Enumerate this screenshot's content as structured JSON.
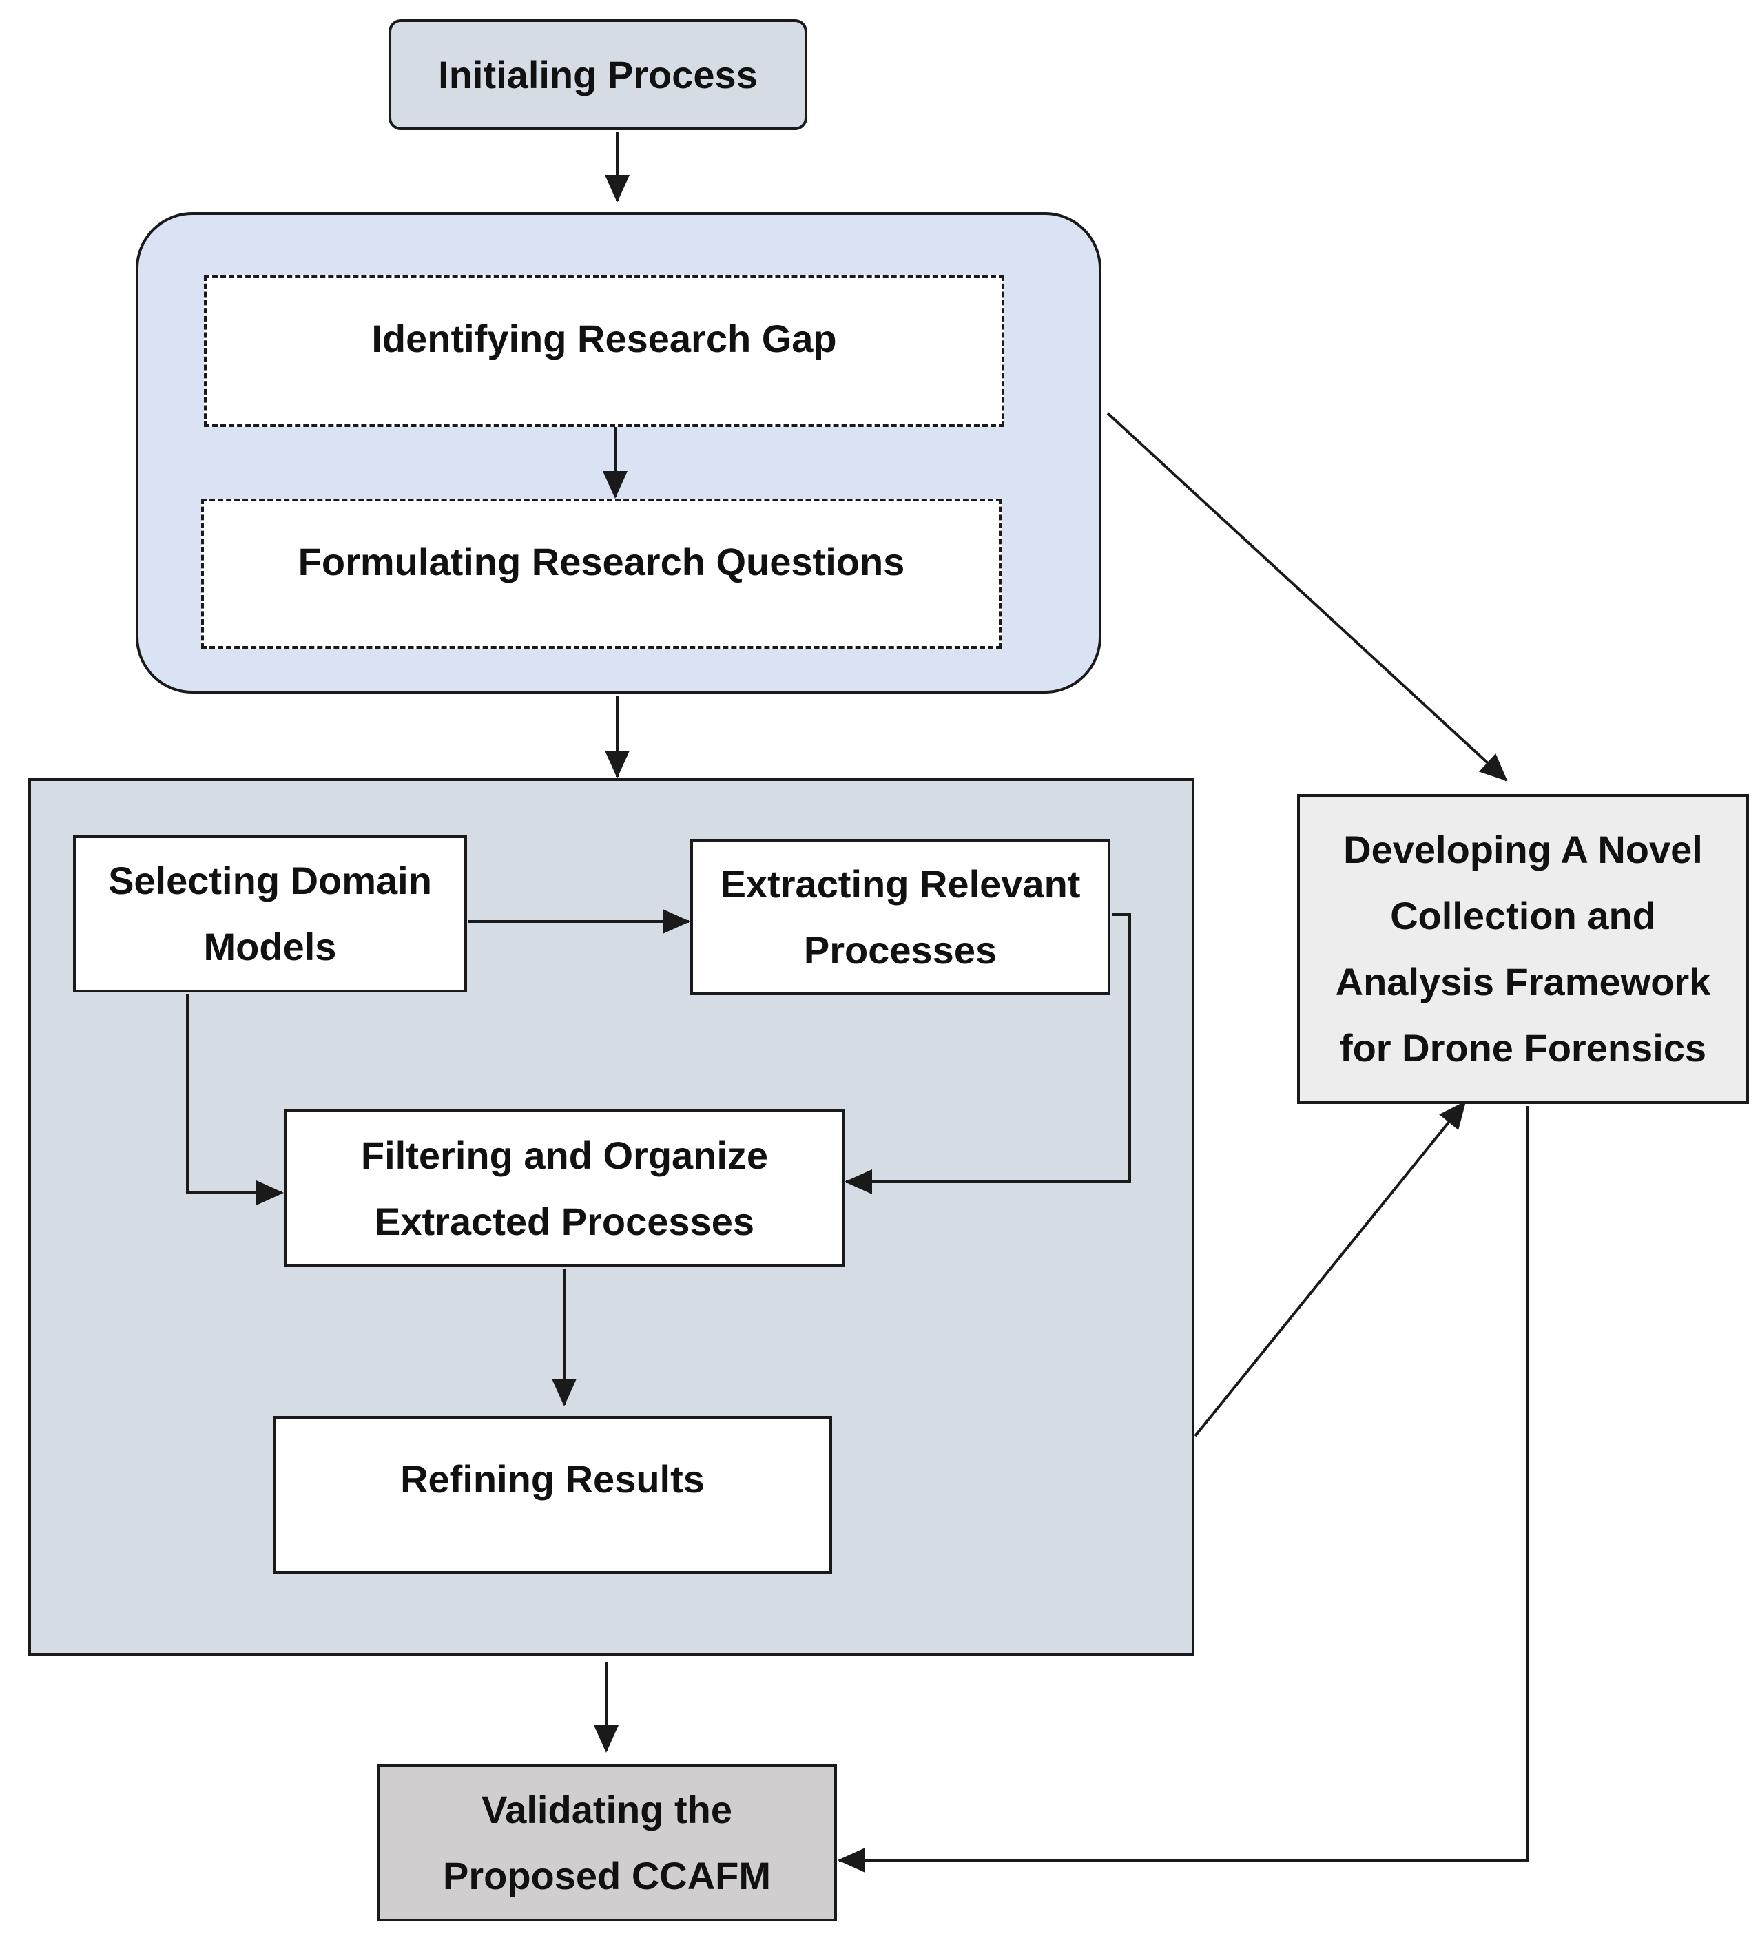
{
  "nodes": {
    "initialing": "Initialing Process",
    "identifying": "Identifying Research Gap",
    "formulating": "Formulating Research Questions",
    "selecting": "Selecting Domain Models",
    "extracting": "Extracting Relevant Processes",
    "filtering": "Filtering and Organize Extracted Processes",
    "refining": "Refining Results",
    "developing": "Developing A Novel Collection and Analysis Framework for Drone Forensics",
    "validating": "Validating the Proposed CCAFM"
  },
  "colors": {
    "top_group_fill": "#dae3f3",
    "middle_group_fill": "#d6dce4",
    "initialing_fill": "#d6dce4",
    "developing_fill": "#ededed",
    "validating_fill": "#d0cece",
    "line": "#1a1a1a"
  }
}
